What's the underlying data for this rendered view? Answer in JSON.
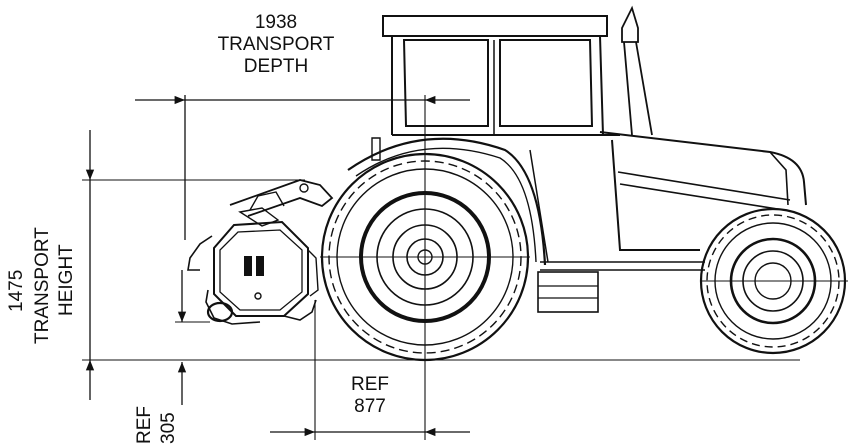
{
  "dimensions": {
    "transport_depth": {
      "value": "1938",
      "line1": "TRANSPORT",
      "line2": "DEPTH"
    },
    "transport_height": {
      "value": "1475",
      "line1": "TRANSPORT",
      "line2": "HEIGHT"
    },
    "ref_305": {
      "ref": "REF",
      "value": "305"
    },
    "ref_877": {
      "ref": "REF",
      "value": "877"
    }
  },
  "colors": {
    "line": "#111111",
    "background": "#ffffff"
  }
}
